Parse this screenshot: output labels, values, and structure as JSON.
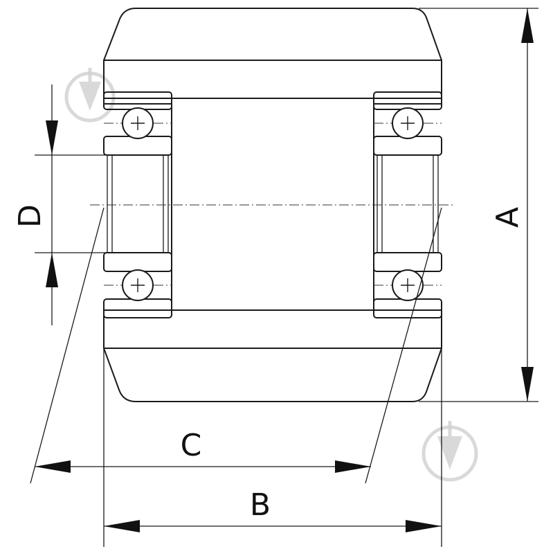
{
  "title": "",
  "dimensions": {
    "outer_diameter": "A",
    "total_width": "B",
    "tire_width": "C",
    "bore_diameter": "D"
  },
  "watermark_icon": "dripping-drop-icon",
  "colors": {
    "line": "#1a1a1a",
    "background": "#ffffff",
    "watermark": "#cfcfcf"
  }
}
